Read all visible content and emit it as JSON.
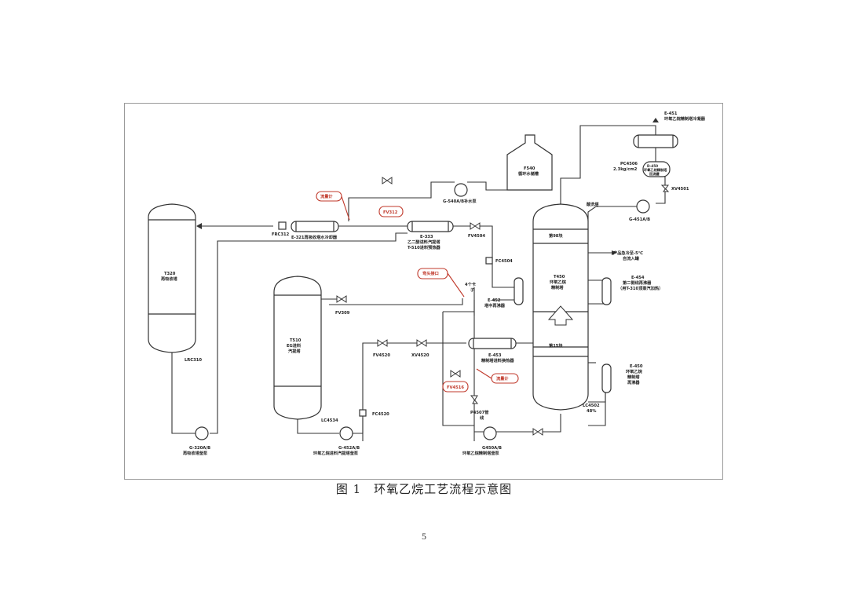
{
  "labels": {
    "e451_1": "E-451",
    "e451_2": "环氧乙烷精制塔冷凝器",
    "pc4506": "PC4506",
    "pc4506_val": "2.3kg/cm2",
    "d450_1": "D-450",
    "d450_2": "环氧乙烷精制塔",
    "d450_3": "回流罐",
    "xv4501": "XV4501",
    "g451": "G-451A/B",
    "f540_1": "F540",
    "f540_2": "循环水储槽",
    "g540": "G-540A/B补水泵",
    "fv312": "FV312",
    "flowmeter1": "流量计",
    "frc312": "FRC312",
    "e321": "E-321再吸收塔水冷却器",
    "e333_1": "E-333",
    "e333_2": "乙二醇进料汽提塔",
    "e333_3": "T-510进料预热器",
    "fv4504": "FV4504",
    "fc4504": "FC4504",
    "jiexi": "酸洗塔",
    "plate98": "第98块",
    "product_1": "产品急冷至-5℃",
    "product_2": "自流入罐",
    "t320_1": "T320",
    "t320_2": "再吸收塔",
    "lrc310": "LRC310",
    "g320_1": "G-320A/B",
    "g320_2": "再吸收塔釜泵",
    "fv309": "FV309",
    "t510_1": "T510",
    "t510_2": "EG进料",
    "t510_3": "汽提塔",
    "lc4534": "LC4534",
    "fc4520": "FC4520",
    "g452_1": "G-452A/B",
    "g452_2": "环氧乙烷进料汽提塔釜泵",
    "fv4520": "FV4520",
    "xv4520": "XV4520",
    "wantou": "弯头接口",
    "sigeka_1": "4个卡",
    "sigeka_2": "子",
    "e452_1": "E-452",
    "e452_2": "塔中再沸器",
    "t450_1": "T450",
    "t450_2": "环氧乙烷",
    "t450_3": "精制塔",
    "e454_1": "E-454",
    "e454_2": "第二侧线再沸器",
    "e454_3": "（用T-310顶蒸汽加热）",
    "plate15": "第15块",
    "e453_1": "E-453",
    "e453_2": "精制塔进料换热器",
    "flowmeter2": "流量计",
    "fv4516": "FV4516",
    "p4507_1": "P4507管",
    "p4507_2": "线",
    "lc4502": "LC4502",
    "lc4502_val": "48%",
    "e450_1": "E-450",
    "e450_2": "环氧乙烷",
    "e450_3": "精制塔",
    "e450_4": "再沸器",
    "g450_1": "G450A/B",
    "g450_2": "环氧乙烷精制塔釜泵"
  },
  "caption": "图 1　环氧乙烷工艺流程示意图",
  "page_number": "5",
  "colors": {
    "line": "#333333",
    "annotation": "#c0392b"
  }
}
